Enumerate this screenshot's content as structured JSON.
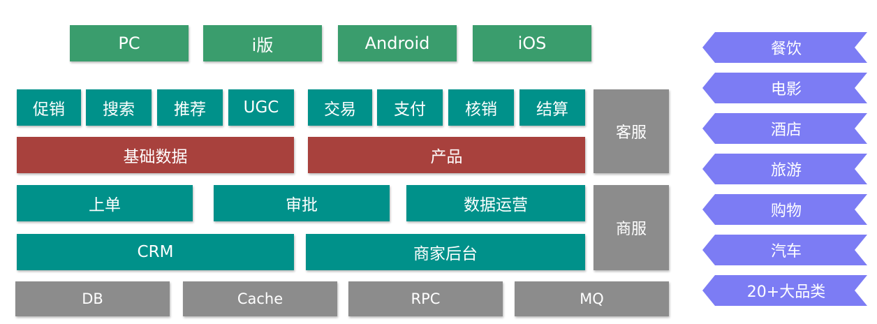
{
  "clients": [
    "PC",
    "i版",
    "Android",
    "iOS"
  ],
  "features": {
    "left": [
      "促销",
      "搜索",
      "推荐",
      "UGC"
    ],
    "right": [
      "交易",
      "支付",
      "核销",
      "结算"
    ]
  },
  "core": {
    "base_data": "基础数据",
    "product": "产品"
  },
  "ops": [
    "上单",
    "审批",
    "数据运营"
  ],
  "platform": {
    "crm": "CRM",
    "merchant_backend": "商家后台"
  },
  "side_services": {
    "customer_service": "客服",
    "merchant_service": "商服"
  },
  "infra": [
    "DB",
    "Cache",
    "RPC",
    "MQ"
  ],
  "categories": [
    "餐饮",
    "电影",
    "酒店",
    "旅游",
    "购物",
    "汽车",
    "20+大品类"
  ],
  "colors": {
    "client_green": "#3a9d6d",
    "module_teal": "#00918a",
    "core_red": "#a8413d",
    "infra_gray": "#8c8c8c",
    "category_purple": "#7c7cf4"
  }
}
